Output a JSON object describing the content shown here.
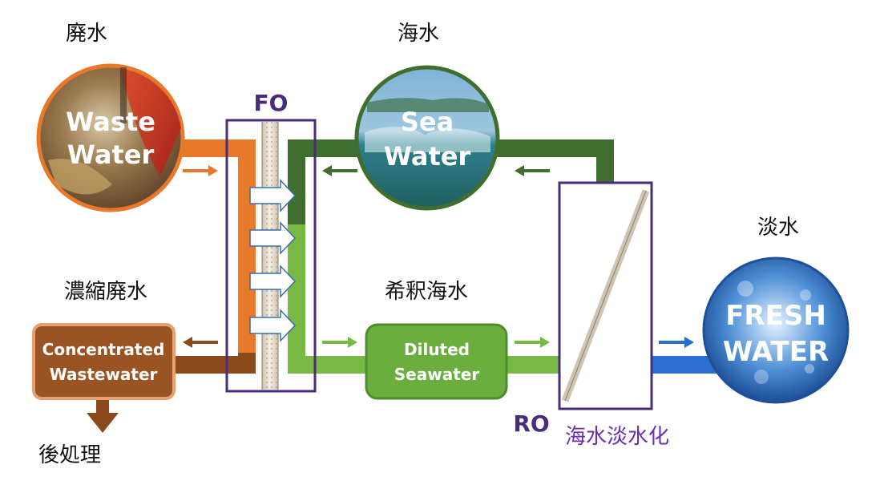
{
  "labels": {
    "waste_jp": "廃水",
    "sea_jp": "海水",
    "fresh_jp": "淡水",
    "concentrated_jp": "濃縮廃水",
    "diluted_jp": "希釈海水",
    "post_treatment_jp": "後処理",
    "desalination_jp": "海水淡水化",
    "fo": "FO",
    "ro": "RO"
  },
  "nodes": {
    "waste_water": {
      "line1": "Waste",
      "line2": "Water"
    },
    "sea_water": {
      "line1": "Sea",
      "line2": "Water"
    },
    "fresh_water": {
      "line1": "FRESH",
      "line2": "WATER"
    },
    "concentrated": {
      "line1": "Concentrated",
      "line2": "Wastewater"
    },
    "diluted": {
      "line1": "Diluted",
      "line2": "Seawater"
    }
  },
  "colors": {
    "waste_orange": "#e8782a",
    "concentrate_brown": "#8a4a1c",
    "sea_dark_green": "#3f6e2e",
    "diluted_green": "#78b845",
    "fresh_blue": "#2a6fd0",
    "membrane_purple": "#4a2d7a"
  }
}
